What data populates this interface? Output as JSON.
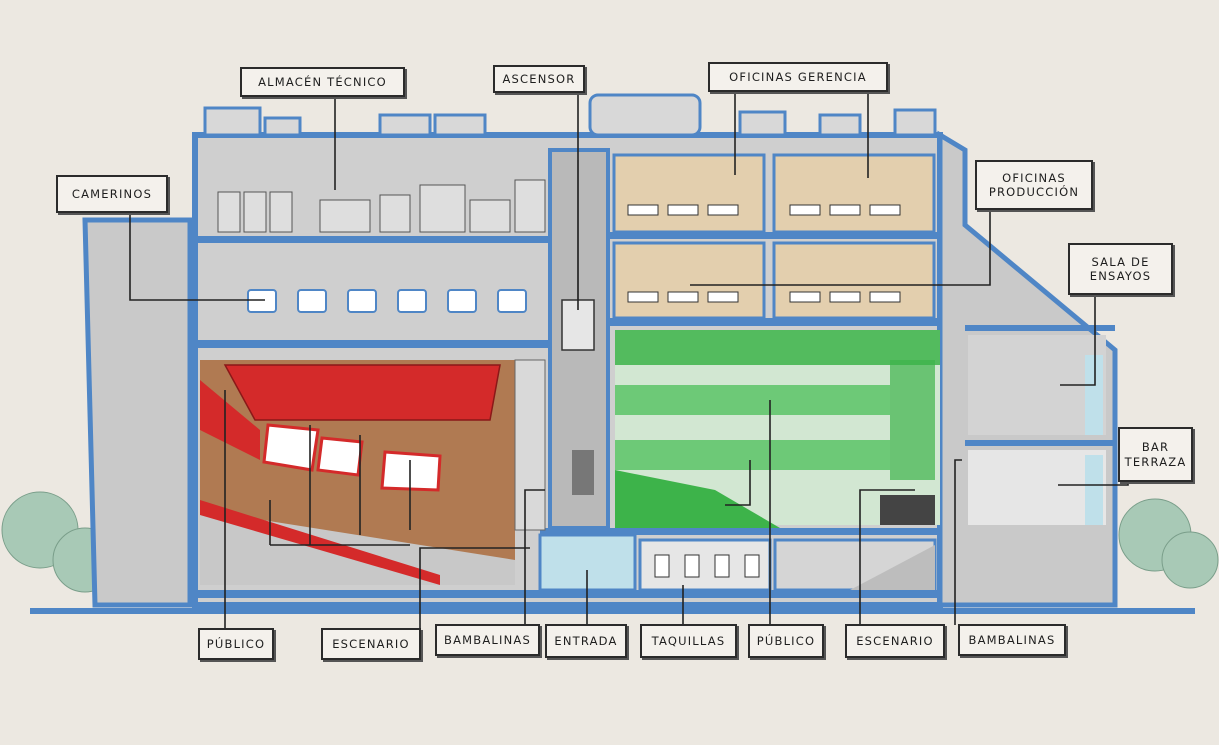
{
  "colors": {
    "paper": "#ece8e1",
    "structure": "#4f86c6",
    "interior": "#c9c9c9",
    "offices": "#e3cfae",
    "red_hall": "#d42a2a",
    "red_wood": "#b07a52",
    "green_hall": "#3db34a",
    "glass": "#bfe0ea",
    "tree": "#a8c9b6",
    "ink": "#2b2b2b"
  },
  "labels": {
    "almacen_tecnico": "Almacén técnico",
    "ascensor": "Ascensor",
    "oficinas_gerencia": "Oficinas   gerencia",
    "camerinos": "Camerinos",
    "oficinas_produccion": "Oficinas\nproducción",
    "sala_ensayos": "Sala de\nensayos",
    "bar_terraza": "Bar\nterraza",
    "publico_1": "Público",
    "escenario_1": "Escenario",
    "bambalinas_1": "Bambalinas",
    "entrada": "Entrada",
    "taquillas": "Taquillas",
    "publico_2": "Público",
    "escenario_2": "Escenario",
    "bambalinas_2": "Bambalinas"
  }
}
